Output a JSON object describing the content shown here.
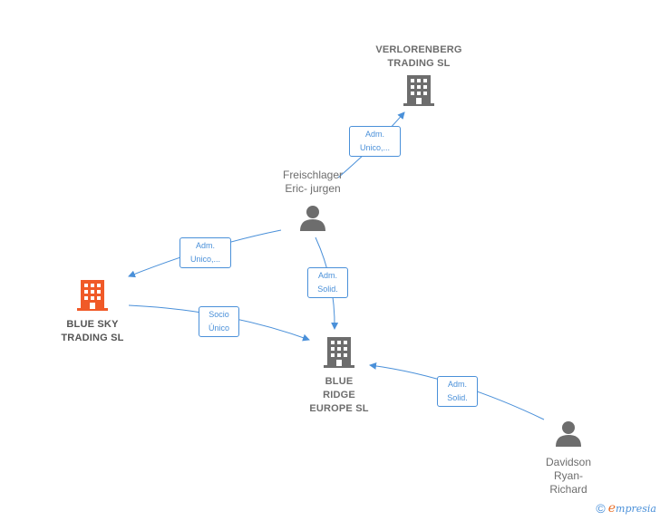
{
  "colors": {
    "edge": "#4a90d9",
    "node_gray": "#6d6d6d",
    "node_focus": "#f05a28"
  },
  "nodes": {
    "verlorenberg": {
      "label": "VERLORENBERG\nTRADING  SL",
      "icon": "building-icon"
    },
    "freischlager": {
      "label": "Freischlager\nEric- jurgen",
      "icon": "person-icon"
    },
    "blue_sky": {
      "label": "BLUE SKY\nTRADING  SL",
      "icon": "building-icon"
    },
    "blue_ridge": {
      "label": "BLUE\nRIDGE\nEUROPE  SL",
      "icon": "building-icon"
    },
    "davidson": {
      "label": "Davidson\nRyan-\nRichard",
      "icon": "person-icon"
    }
  },
  "edges": {
    "freischlager_verlorenberg": "Adm.\nUnico,...",
    "freischlager_blue_sky": "Adm.\nUnico,...",
    "freischlager_blue_ridge": "Adm.\nSolid.",
    "blue_sky_blue_ridge": "Socio\nÚnico",
    "davidson_blue_ridge": "Adm.\nSolid."
  },
  "footer": {
    "copyright_symbol": "©",
    "brand_initial": "e",
    "brand_rest": "mpresia"
  }
}
